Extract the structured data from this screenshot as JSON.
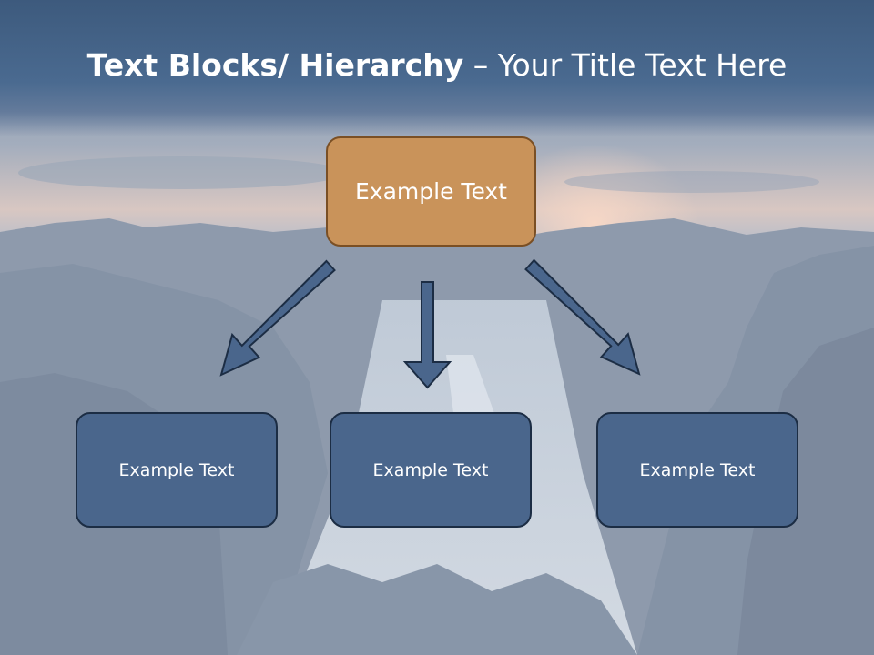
{
  "slide": {
    "title_bold": "Text Blocks/ Hierarchy",
    "title_rest": " – Your Title Text Here"
  },
  "diagram": {
    "root": "Example Text",
    "children": [
      "Example Text",
      "Example Text",
      "Example Text"
    ]
  },
  "colors": {
    "title_band": "#4a6a90",
    "root_fill": "#c9935a",
    "child_fill": "#4a668c",
    "arrow_fill": "#4a668c"
  }
}
